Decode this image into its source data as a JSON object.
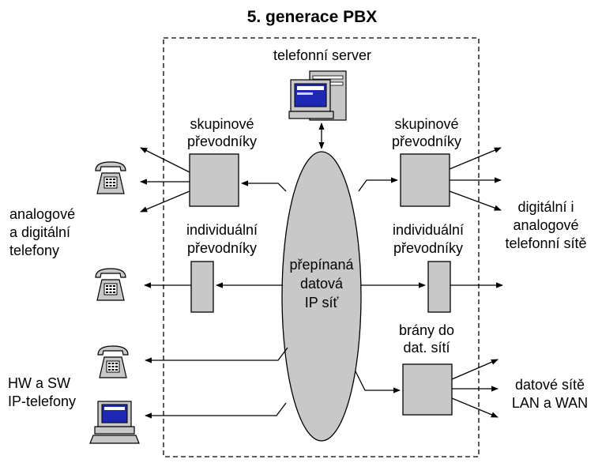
{
  "title": "5. generace PBX",
  "server": {
    "label": "telefonní server",
    "icon": "computer-server-icon"
  },
  "center": {
    "lines": [
      "přepínaná",
      "datová",
      "IP síť"
    ]
  },
  "left": {
    "group_converters": [
      "skupinové",
      "převodníky"
    ],
    "individual_converters": [
      "individuální",
      "převodníky"
    ],
    "phones_label": [
      "analogové",
      "a digitální",
      "telefony"
    ],
    "ip_phones_label": [
      "HW a SW",
      "IP-telefony"
    ],
    "phone_icon": "telephone-icon",
    "pc_icon": "computer-icon"
  },
  "right": {
    "group_converters": [
      "skupinové",
      "převodníky"
    ],
    "individual_converters": [
      "individuální",
      "převodníky"
    ],
    "gateways": [
      "brány do",
      "dat. sítí"
    ],
    "networks_label": [
      "digitální i",
      "analogové",
      "telefonní sítě"
    ],
    "data_networks_label": [
      "datové sítě",
      "LAN a WAN"
    ]
  },
  "colors": {
    "box_fill": "#c8c8c8",
    "stroke": "#000000",
    "screen": "#1e28b4"
  }
}
